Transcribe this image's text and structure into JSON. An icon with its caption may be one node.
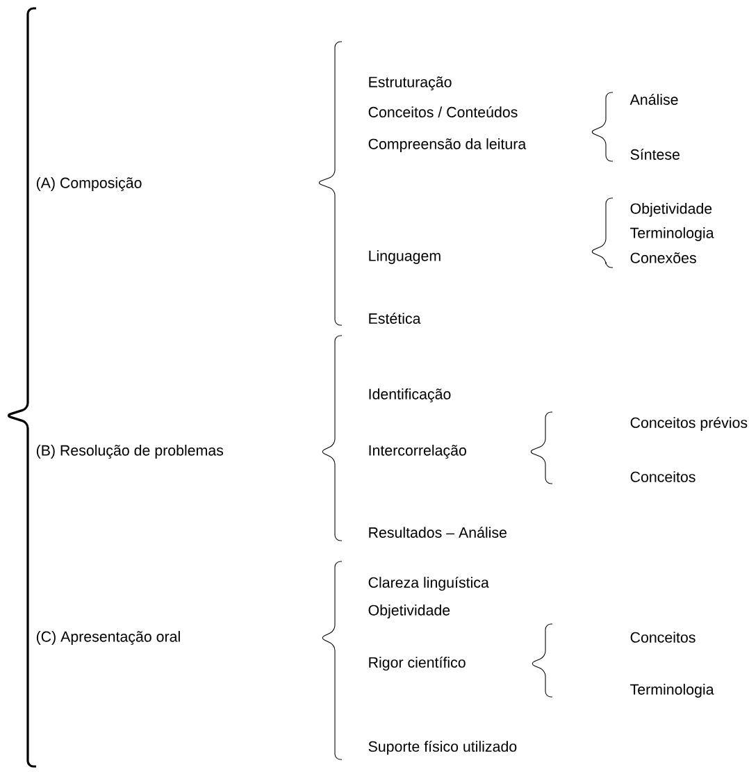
{
  "diagram": {
    "labels": [
      "(A) Composição",
      "Estruturação",
      "Conceitos / Conteúdos",
      "Compreensão da leitura",
      "Análise",
      "Síntese",
      "Linguagem",
      "Objetividade",
      "Terminologia",
      "Conexões",
      "Estética",
      "(B) Resolução de problemas",
      "Identificação",
      "Intercorrelação",
      "Conceitos prévios",
      "Conceitos",
      "Resultados – Análise",
      "(C) Apresentação oral",
      "Clareza linguística",
      "Objetividade",
      "Rigor científico",
      "Conceitos",
      "Terminologia",
      "Suporte físico utilizado"
    ]
  }
}
